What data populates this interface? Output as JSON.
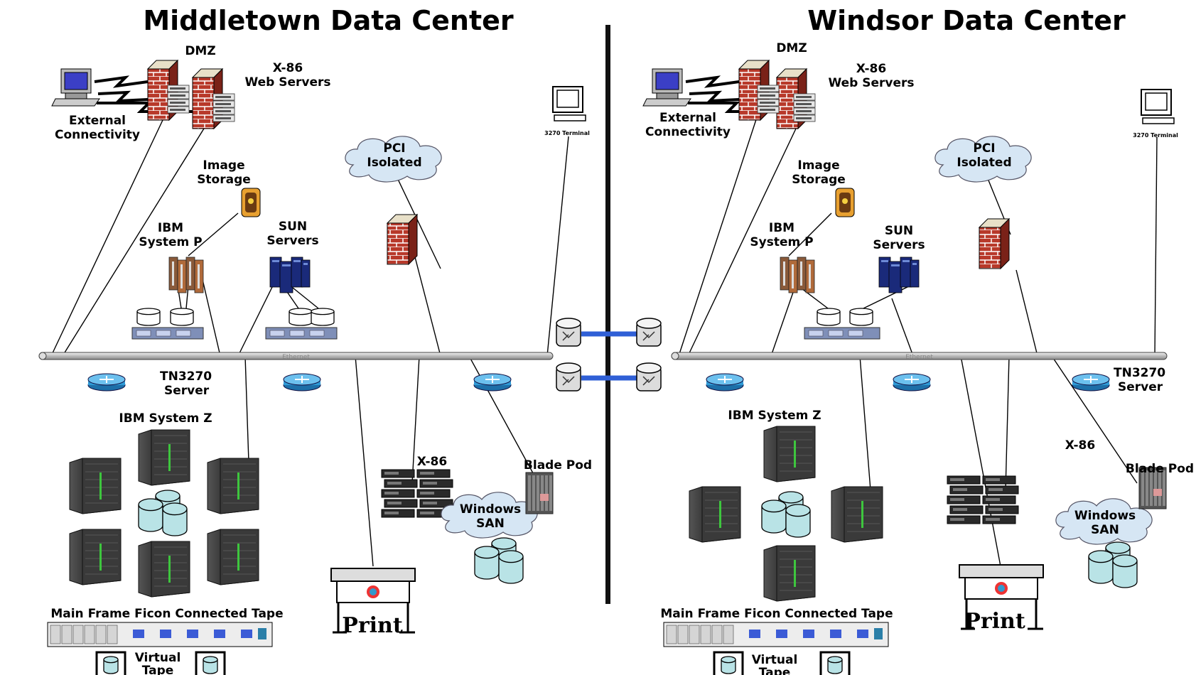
{
  "centers": [
    {
      "title": "Middletown Data Center",
      "labels": {
        "dmz": "DMZ",
        "web_servers": [
          "X-86",
          "Web Servers"
        ],
        "external": [
          "External",
          "Connectivity"
        ],
        "terminal": "3270 Terminal",
        "pci": [
          "PCI",
          "Isolated"
        ],
        "image_storage": [
          "Image",
          "Storage"
        ],
        "ibm_p": [
          "IBM",
          "System P"
        ],
        "sun": [
          "SUN",
          "Servers"
        ],
        "ethernet": "Ethernet",
        "tn3270": [
          "TN3270",
          "Server"
        ],
        "ibm_z": "IBM System Z",
        "x86": "X-86",
        "blade": "Blade Pod",
        "san": [
          "Windows",
          "SAN"
        ],
        "tape": "Main Frame Ficon Connected Tape",
        "virtual_tape": [
          "Virtual",
          "Tape"
        ],
        "print": "Print"
      }
    },
    {
      "title": "Windsor Data Center",
      "labels": {
        "dmz": "DMZ",
        "web_servers": [
          "X-86",
          "Web Servers"
        ],
        "external": [
          "External",
          "Connectivity"
        ],
        "terminal": "3270 Terminal",
        "pci": [
          "PCI",
          "Isolated"
        ],
        "image_storage": [
          "Image",
          "Storage"
        ],
        "ibm_p": [
          "IBM",
          "System P"
        ],
        "sun": [
          "SUN",
          "Servers"
        ],
        "ethernet": "Ethernet",
        "tn3270": [
          "TN3270",
          "Server"
        ],
        "ibm_z": "IBM System Z",
        "x86": "X-86",
        "blade": "Blade Pod",
        "san": [
          "Windows",
          "SAN"
        ],
        "tape": "Main Frame Ficon Connected Tape",
        "virtual_tape": [
          "Virtual",
          "Tape"
        ],
        "print": "Print"
      }
    }
  ],
  "colors": {
    "brick": "#b8392a",
    "mortar": "#ffffff",
    "router": "#2f9ad6",
    "cloud": "#d6e6f4",
    "cylinder": "#b9e3e6",
    "sun_blue": "#1a2a7a",
    "ibm_p": "#b06a3a",
    "link_blue": "#2f5fd6",
    "mainframe": "#2a2a2a"
  },
  "icons": [
    "computer-icon",
    "firewall-icon",
    "server-rack-icon",
    "cloud-icon",
    "terminal-icon",
    "jukebox-icon",
    "router-icon",
    "mainframe-icon",
    "disk-icon",
    "printer-icon",
    "tape-library-icon",
    "storage-router-icon"
  ]
}
